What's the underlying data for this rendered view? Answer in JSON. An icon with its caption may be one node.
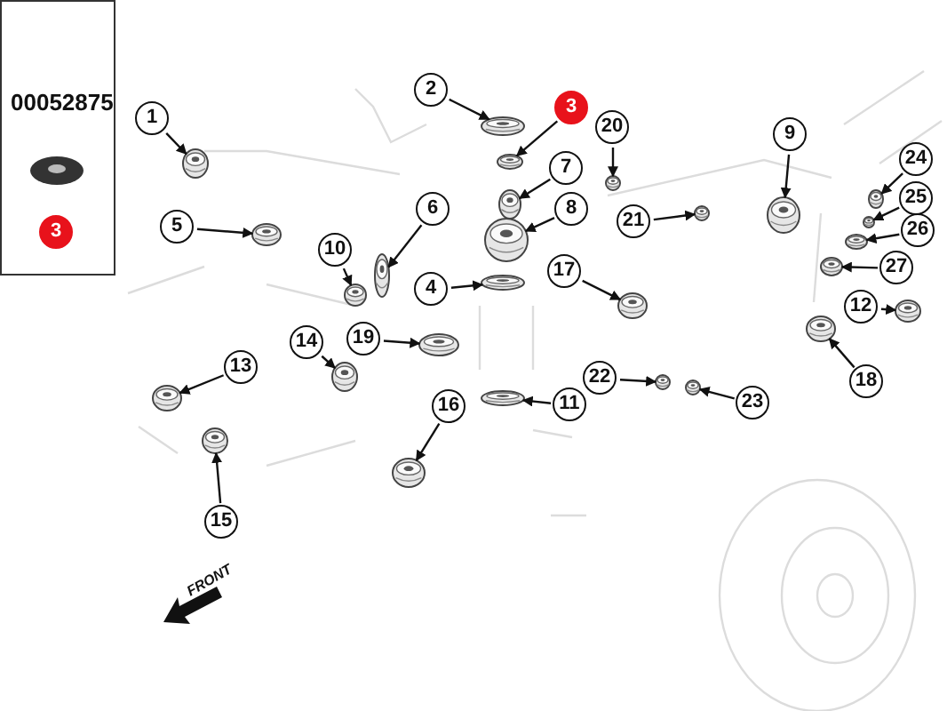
{
  "diagram": {
    "nodes": [
      {
        "text": [
          "3"
        ]
      },
      {
        "text": [
          "1"
        ]
      },
      {
        "text": [
          "2"
        ]
      },
      {
        "text": [
          "3"
        ]
      },
      {
        "text": [
          "4"
        ]
      },
      {
        "text": [
          "5"
        ]
      },
      {
        "text": [
          "6"
        ]
      },
      {
        "text": [
          "7"
        ]
      },
      {
        "text": [
          "8"
        ]
      },
      {
        "text": [
          "9"
        ]
      },
      {
        "text": [
          "10"
        ]
      },
      {
        "text": [
          "11"
        ]
      },
      {
        "text": [
          "12"
        ]
      },
      {
        "text": [
          "13"
        ]
      },
      {
        "text": [
          "14"
        ]
      },
      {
        "text": [
          "15"
        ]
      },
      {
        "text": [
          "16"
        ]
      },
      {
        "text": [
          "17"
        ]
      },
      {
        "text": [
          "18"
        ]
      },
      {
        "text": [
          "19"
        ]
      },
      {
        "text": [
          "20"
        ]
      },
      {
        "text": [
          "21"
        ]
      },
      {
        "text": [
          "22"
        ]
      },
      {
        "text": [
          "23"
        ]
      },
      {
        "text": [
          "24"
        ]
      },
      {
        "text": [
          "25"
        ]
      },
      {
        "text": [
          "26"
        ]
      },
      {
        "text": [
          "27"
        ]
      },
      {
        "text": [],
        "shape": "picture"
      },
      {
        "text": [],
        "shape": "picture"
      },
      {
        "text": [],
        "shape": "picture"
      },
      {
        "text": [],
        "shape": "picture"
      },
      {
        "text": [],
        "shape": "picture"
      },
      {
        "text": [],
        "shape": "picture"
      },
      {
        "text": [],
        "shape": "picture"
      },
      {
        "text": [],
        "shape": "picture"
      },
      {
        "text": [],
        "shape": "picture"
      },
      {
        "text": [],
        "shape": "picture"
      },
      {
        "text": [],
        "shape": "picture"
      },
      {
        "text": [],
        "shape": "picture"
      },
      {
        "text": [],
        "shape": "picture"
      },
      {
        "text": [],
        "shape": "picture"
      },
      {
        "text": [],
        "shape": "picture"
      },
      {
        "text": [],
        "shape": "picture"
      },
      {
        "text": [],
        "shape": "picture"
      },
      {
        "text": [],
        "shape": "picture"
      },
      {
        "text": [],
        "shape": "picture"
      },
      {
        "text": [],
        "shape": "picture"
      },
      {
        "text": [],
        "shape": "picture"
      },
      {
        "text": [],
        "shape": "picture"
      },
      {
        "text": [],
        "shape": "picture"
      },
      {
        "text": [],
        "shape": "picture"
      },
      {
        "text": [],
        "shape": "picture"
      },
      {
        "text": [],
        "shape": "picture"
      },
      {
        "text": [],
        "shape": "picture"
      }
    ],
    "edges": [
      {
        "from": 1,
        "to": 28,
        "arrow": "to"
      },
      {
        "from": 2,
        "to": 29,
        "arrow": "to"
      },
      {
        "from": 3,
        "to": 30,
        "arrow": "to"
      },
      {
        "from": 4,
        "to": 31,
        "arrow": "to"
      },
      {
        "from": 5,
        "to": 32,
        "arrow": "to"
      },
      {
        "from": 6,
        "to": 33,
        "arrow": "to"
      },
      {
        "from": 7,
        "to": 34,
        "arrow": "to"
      },
      {
        "from": 8,
        "to": 35,
        "arrow": "to"
      },
      {
        "from": 9,
        "to": 36,
        "arrow": "to"
      },
      {
        "from": 10,
        "to": 37,
        "arrow": "to"
      },
      {
        "from": 11,
        "to": 38,
        "arrow": "to"
      },
      {
        "from": 12,
        "to": 39,
        "arrow": "to"
      },
      {
        "from": 13,
        "to": 40,
        "arrow": "to"
      },
      {
        "from": 14,
        "to": 41,
        "arrow": "to"
      },
      {
        "from": 15,
        "to": 42,
        "arrow": "to"
      },
      {
        "from": 16,
        "to": 43,
        "arrow": "to"
      },
      {
        "from": 17,
        "to": 44,
        "arrow": "to"
      },
      {
        "from": 18,
        "to": 45,
        "arrow": "to"
      },
      {
        "from": 19,
        "to": 46,
        "arrow": "to"
      },
      {
        "from": 20,
        "to": 47,
        "arrow": "to"
      },
      {
        "from": 21,
        "to": 48,
        "arrow": "to"
      },
      {
        "from": 22,
        "to": 49,
        "arrow": "to"
      },
      {
        "from": 23,
        "to": 50,
        "arrow": "to"
      },
      {
        "from": 24,
        "to": 51,
        "arrow": "to"
      },
      {
        "from": 25,
        "to": 52,
        "arrow": "to"
      },
      {
        "from": 26,
        "to": 53,
        "arrow": "to"
      },
      {
        "from": 27,
        "to": 54,
        "arrow": "to"
      }
    ],
    "labels": [
      "00052875",
      "FRONT"
    ]
  }
}
